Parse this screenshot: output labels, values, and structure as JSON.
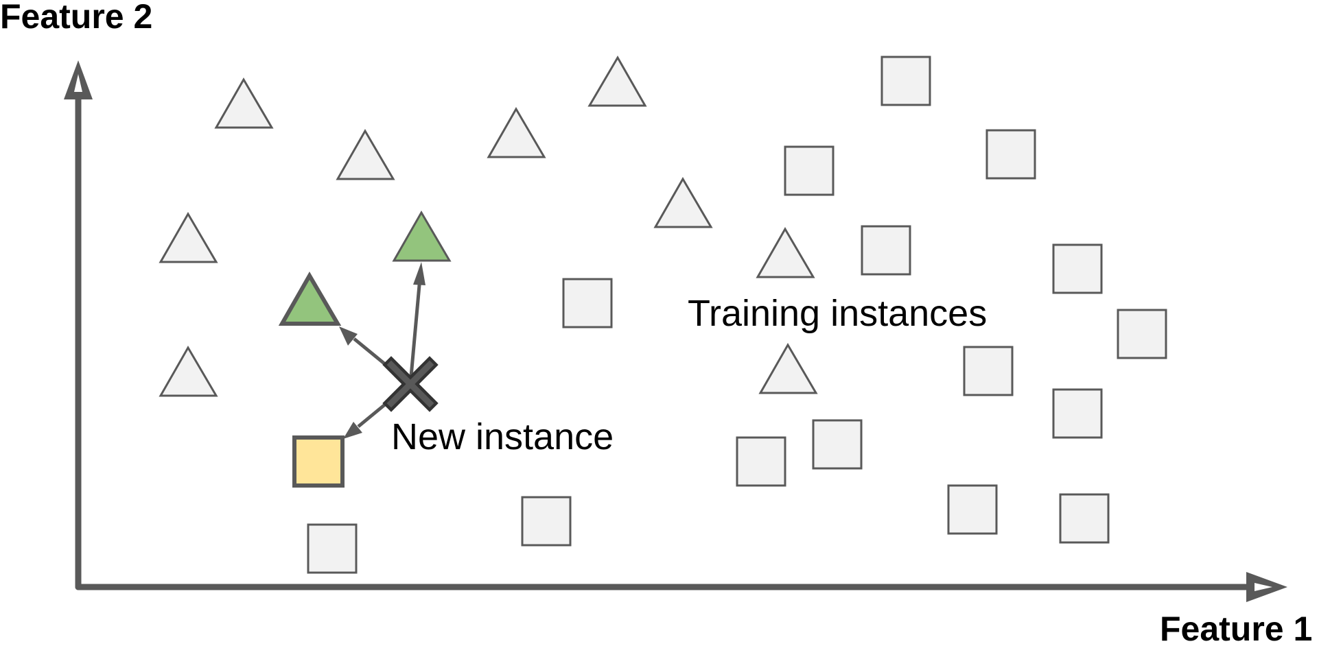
{
  "labels": {
    "y_axis": "Feature 2",
    "x_axis": "Feature 1",
    "training": "Training instances",
    "new_instance": "New instance"
  },
  "colors": {
    "axis": "#595959",
    "shape_fill": "#f2f2f2",
    "shape_stroke": "#595959",
    "neighbor_triangle": "#93c47d",
    "neighbor_square": "#ffe599",
    "new_instance_stroke": "#333333"
  },
  "icons": {
    "class_a": "triangle-icon",
    "class_b": "square-icon",
    "new_point": "x-mark-icon"
  },
  "highlighted_neighbor_count": 3
}
